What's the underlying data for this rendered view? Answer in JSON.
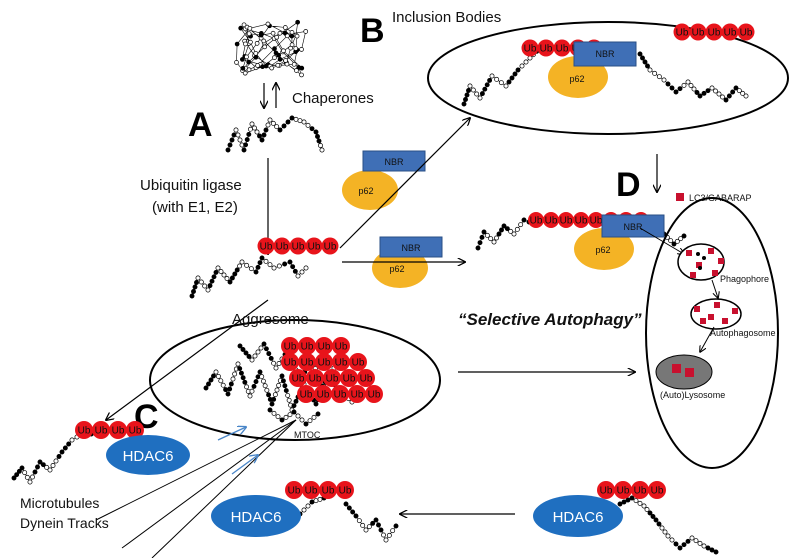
{
  "letters": {
    "a": "A",
    "b": "B",
    "c": "C",
    "d": "D"
  },
  "labels": {
    "chaperones": "Chaperones",
    "ubiquitin_ligase_1": "Ubiquitin ligase",
    "ubiquitin_ligase_2": "(with E1, E2)",
    "inclusion_bodies": "Inclusion Bodies",
    "aggresome": "Aggresome",
    "mtoc": "MTOC",
    "selective_autophagy": "“Selective Autophagy”",
    "lc3": "LC3/GABARAP",
    "phagophore": "Phagophore",
    "autophagosome": "Autophagosome",
    "autolysosome": "(Auto)Lysosome",
    "microtubules": "Microtubules",
    "dynein": "Dynein Tracks"
  },
  "proteins": {
    "ub": "Ub",
    "nbr": "NBR",
    "p62": "p62",
    "hdac6": "HDAC6"
  },
  "colors": {
    "ub_red": "#e8141b",
    "p62_yellow": "#f4b325",
    "nbr_blue": "#3f6fb6",
    "hdac6_blue": "#1f6fc0",
    "lc3_red": "#c8102e",
    "lysosome_gray": "#777777"
  }
}
